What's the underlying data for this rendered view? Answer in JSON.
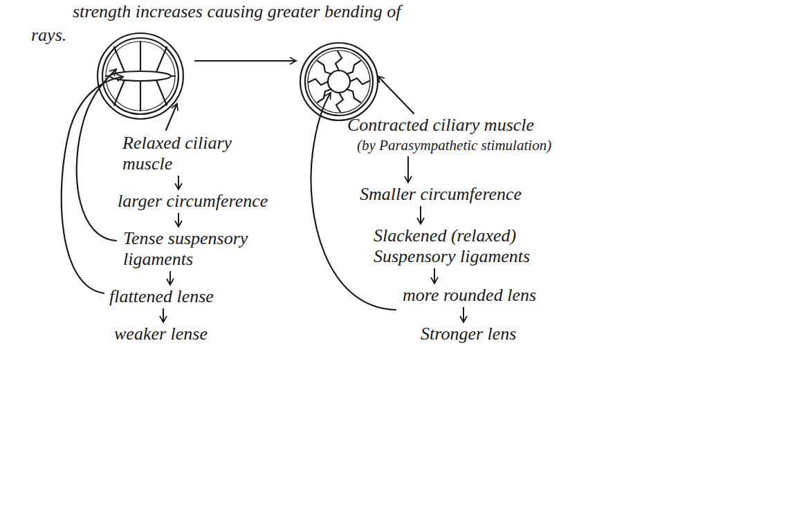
{
  "diagram": {
    "nodes": [
      {
        "text": [
          "Relaxed ciliary muscle"
        ]
      },
      {
        "text": [
          "larger circumference"
        ]
      },
      {
        "text": [
          "Tense suspensory ligaments"
        ]
      },
      {
        "text": [
          "flattened lense"
        ]
      },
      {
        "text": [
          "weaker lense"
        ]
      },
      {
        "text": [
          "Contracted ciliary muscle",
          "(by Parasympathetic stimulation)"
        ]
      },
      {
        "text": [
          "Smaller circumference"
        ]
      },
      {
        "text": [
          "Slackened (relaxed) Suspensory ligaments"
        ]
      },
      {
        "text": [
          "more rounded lens"
        ]
      },
      {
        "text": [
          "Stronger lens"
        ]
      }
    ],
    "edges": [
      {
        "from": 0,
        "to": 1,
        "arrow": "to"
      },
      {
        "from": 1,
        "to": 2,
        "arrow": "to"
      },
      {
        "from": 2,
        "to": 3,
        "arrow": "to"
      },
      {
        "from": 3,
        "to": 4,
        "arrow": "to"
      },
      {
        "from": 5,
        "to": 6,
        "arrow": "to"
      },
      {
        "from": 6,
        "to": 7,
        "arrow": "to"
      },
      {
        "from": 7,
        "to": 8,
        "arrow": "to"
      },
      {
        "from": 8,
        "to": 9,
        "arrow": "to"
      }
    ],
    "labels": [
      "strength increases causing greater bending of",
      "rays."
    ]
  }
}
